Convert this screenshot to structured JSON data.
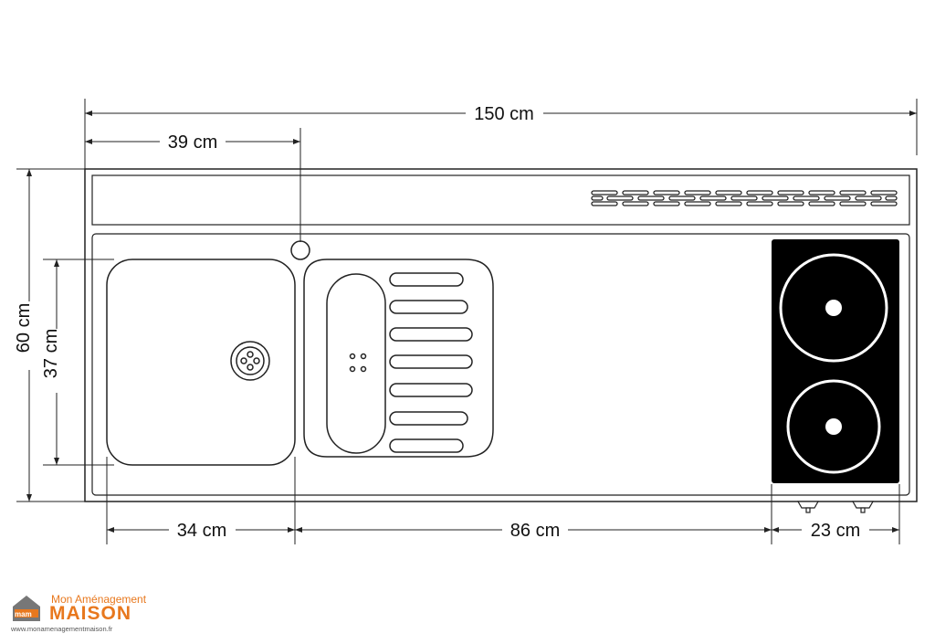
{
  "dimensions": {
    "total_width": "150 cm",
    "sink_to_tap": "39 cm",
    "total_depth": "60 cm",
    "basin_depth": "37 cm",
    "basin_width": "34 cm",
    "middle_width": "86 cm",
    "hob_width": "23 cm"
  },
  "logo": {
    "line1": "Mon Aménagement",
    "line2": "MAISON",
    "monogram": "mam",
    "url": "www.monamenagementmaison.fr"
  },
  "colors": {
    "line": "#1a1a1a",
    "hob": "#000000",
    "logo": "#e8781e"
  }
}
